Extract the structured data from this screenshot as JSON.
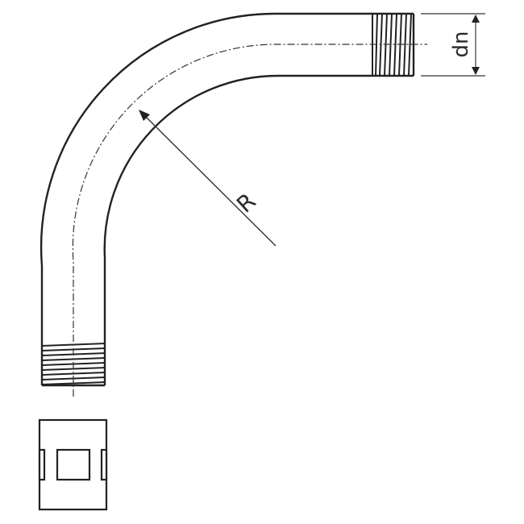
{
  "drawing": {
    "type": "technical drawing",
    "subject": "90-degree threaded conduit bend",
    "labels": {
      "diameter": "dn",
      "radius": "R"
    },
    "colors": {
      "line": "#222222",
      "dim_line": "#555555",
      "background": "#ffffff"
    }
  }
}
